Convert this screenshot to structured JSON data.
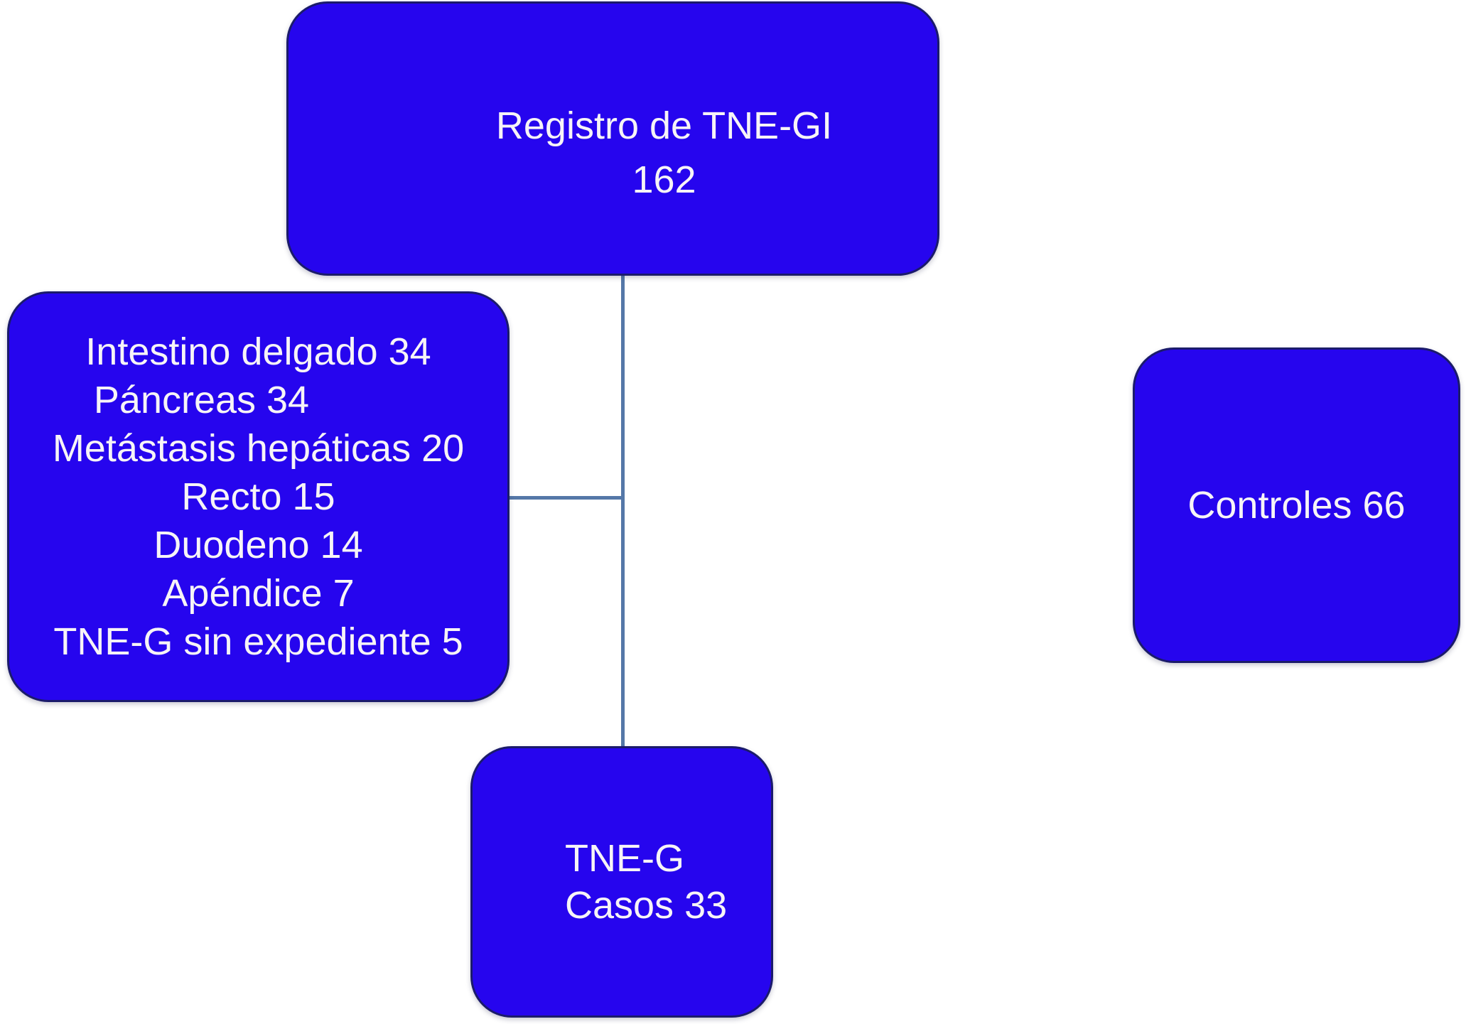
{
  "top_box": {
    "line1": "Registro de TNE-GI",
    "line2": "162"
  },
  "left_box": {
    "lines": [
      "Intestino delgado 34",
      "Páncreas 34",
      "Metástasis hepáticas 20",
      "Recto 15",
      "Duodeno 14",
      "Apéndice 7",
      "TNE-G sin expediente 5"
    ]
  },
  "right_box": {
    "label": "Controles 66"
  },
  "bottom_box": {
    "line1": "TNE-G",
    "line2": "Casos 33"
  },
  "colors": {
    "box_fill": "#2605ee",
    "box_border": "#1b1b6b",
    "connector": "#5578a8",
    "text": "#f7f4f7",
    "background": "#ffffff"
  }
}
